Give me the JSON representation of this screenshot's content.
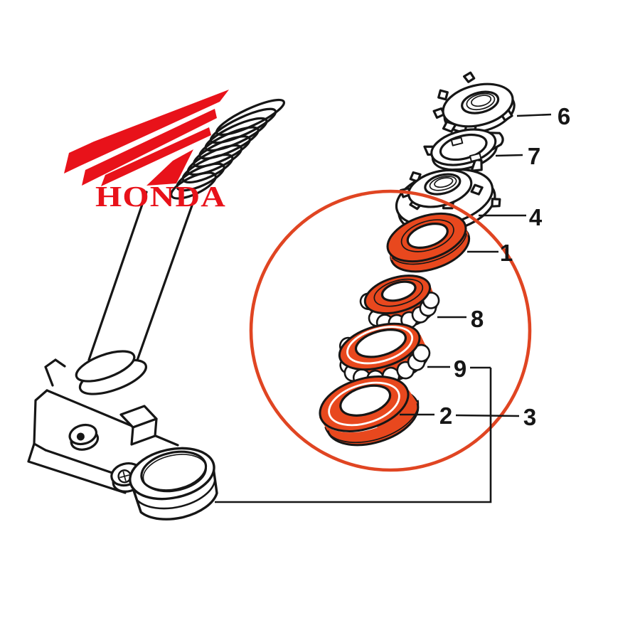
{
  "logo": {
    "wordmark": "HONDA"
  },
  "colors": {
    "honda_red": "#e8121a",
    "part_red": "#e8481e",
    "highlight_red": "#e04522",
    "ink": "#161616",
    "background": "#ffffff"
  },
  "callouts": {
    "c1": "1",
    "c2": "2",
    "c3": "3",
    "c4": "4",
    "c6": "6",
    "c7": "7",
    "c8": "8",
    "c9": "9"
  }
}
